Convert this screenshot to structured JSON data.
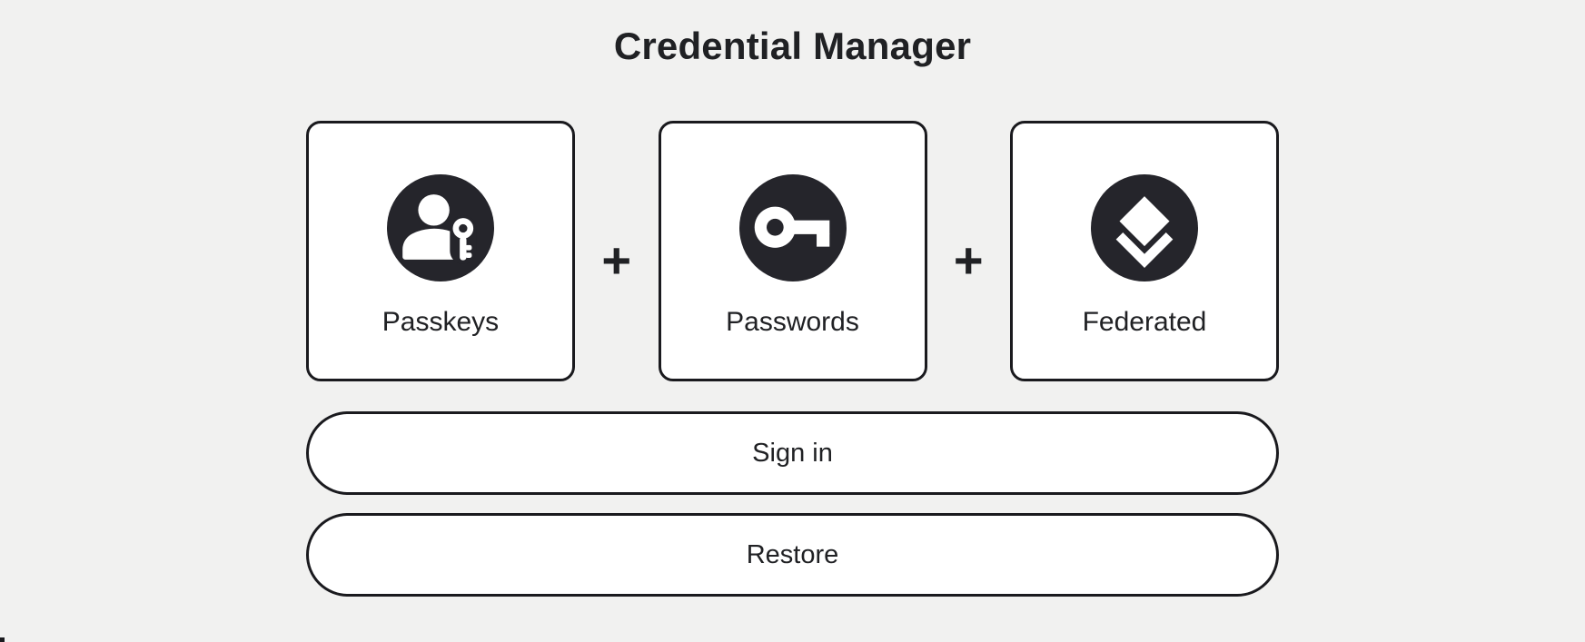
{
  "header": {
    "title": "Credential Manager"
  },
  "credential_types": {
    "separator": "+",
    "cards": [
      {
        "label": "Passkeys",
        "icon": "passkey-person-key-icon"
      },
      {
        "label": "Passwords",
        "icon": "password-key-icon"
      },
      {
        "label": "Federated",
        "icon": "federated-layers-icon"
      }
    ]
  },
  "actions": {
    "sign_in_label": "Sign in",
    "restore_label": "Restore"
  },
  "colors": {
    "background": "#F1F1F0",
    "card_surface": "#FFFFFF",
    "border": "#1A1A1E",
    "text": "#202124",
    "icon_circle": "#25252B",
    "icon_glyph": "#FFFFFF"
  }
}
